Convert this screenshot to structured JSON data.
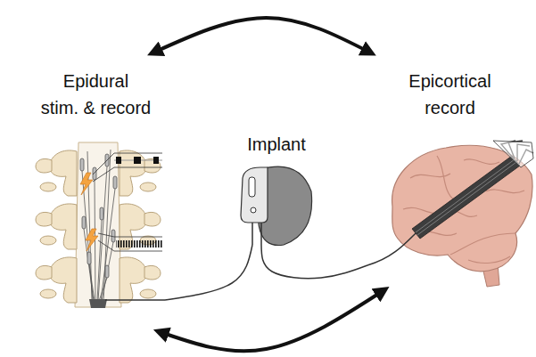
{
  "diagram": {
    "nodes": [
      {
        "text": [
          "Epidural stim. & record"
        ]
      },
      {
        "text": [
          "Epicortical record"
        ]
      },
      {
        "text": [
          "Implant"
        ]
      }
    ],
    "edges": [
      {
        "from": 0,
        "to": 1,
        "arrow": "both"
      },
      {
        "from": 0,
        "to": 1,
        "arrow": "both"
      },
      {
        "from": 2,
        "to": 0,
        "arrow": "none"
      },
      {
        "from": 2,
        "to": 1,
        "arrow": "none"
      }
    ]
  }
}
